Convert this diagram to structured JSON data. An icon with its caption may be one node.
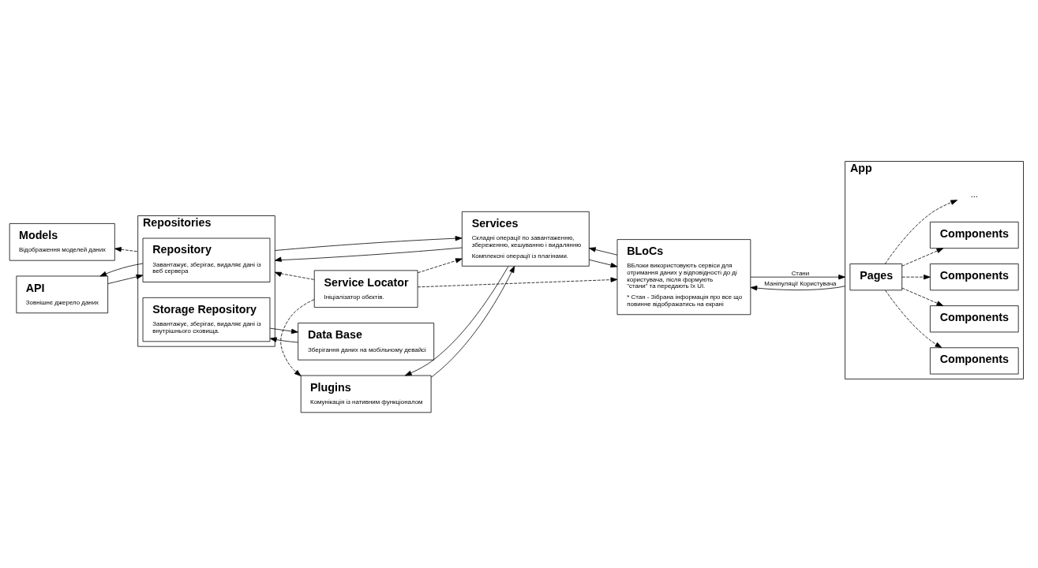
{
  "diagram": {
    "nodes": [
      {
        "text": [
          "Service Locator",
          "Ініціалізатор обєктів."
        ]
      },
      {
        "text": [
          "Plugins",
          "Комунікація із нативним функціоналом"
        ]
      },
      {
        "text": [
          "Repositories"
        ]
      },
      {
        "text": [
          "Repository",
          "Завантажує, зберігає, видаляє дані із веб сервера"
        ],
        "in": 2
      },
      {
        "text": [
          "Storage Repository",
          "Завантажує, зберігає, видаляє дані із внутрішнього сховища."
        ],
        "in": 2
      },
      {
        "text": [
          "Services",
          "Складні операції по завантаженню, збереженню, кешуванню і видалянню",
          "Комплексні операції із плагінами."
        ]
      },
      {
        "text": [
          "BLoCs",
          "ВБлоки використовують сервіси для отримання даних у відповідності до ді користувача, після формують \"стани\" та передають їх UI.",
          "* Стан - Зібрана інформація про все що повинне відображатись на екрані"
        ]
      },
      {
        "text": [
          "API",
          "Зовнішнє джерело даних"
        ]
      },
      {
        "text": [
          "Models",
          "Відображення моделей даних"
        ]
      },
      {
        "text": [
          "Data Base",
          "Зберігання даних на мобільному девайсі"
        ]
      },
      {
        "text": [
          "App"
        ]
      },
      {
        "text": [
          "Pages"
        ],
        "in": 10
      },
      {
        "text": [
          "Components"
        ],
        "in": 10
      },
      {
        "text": [
          "Components"
        ],
        "in": 10
      },
      {
        "text": [
          "Components"
        ],
        "in": 10
      },
      {
        "text": [
          "Components"
        ],
        "in": 10
      },
      {
        "text": [
          "..."
        ],
        "in": 10
      }
    ],
    "edges": [
      {
        "from": 0,
        "to": 2,
        "arrow": "to",
        "style": "dashed"
      },
      {
        "from": 0,
        "to": 1,
        "arrow": "to",
        "style": "dashed"
      },
      {
        "from": 0,
        "to": 5,
        "arrow": "to",
        "style": "dashed"
      },
      {
        "from": 0,
        "to": 6,
        "arrow": "to",
        "style": "dashed"
      },
      {
        "from": 1,
        "to": 5,
        "arrow": "to"
      },
      {
        "from": 5,
        "to": 1,
        "arrow": "to"
      },
      {
        "from": 5,
        "to": 2,
        "arrow": "to"
      },
      {
        "from": 2,
        "to": 5,
        "arrow": "to"
      },
      {
        "from": 7,
        "to": 3,
        "arrow": "to"
      },
      {
        "from": 3,
        "to": 7,
        "arrow": "to"
      },
      {
        "from": 9,
        "to": 4,
        "arrow": "to"
      },
      {
        "from": 4,
        "to": 9,
        "arrow": "to"
      },
      {
        "from": 2,
        "to": 8,
        "arrow": "to",
        "style": "dashed"
      },
      {
        "from": 6,
        "to": 5,
        "arrow": "to"
      },
      {
        "from": 5,
        "to": 6,
        "arrow": "to"
      },
      {
        "from": 6,
        "to": 10,
        "arrow": "to",
        "label": "Стани"
      },
      {
        "from": 10,
        "to": 6,
        "arrow": "to",
        "label": "Маніпуляції Користувача"
      },
      {
        "from": 11,
        "to": 12,
        "arrow": "to",
        "style": "dashed"
      },
      {
        "from": 11,
        "to": 13,
        "arrow": "to",
        "style": "dashed"
      },
      {
        "from": 11,
        "to": 14,
        "arrow": "to",
        "style": "dashed"
      },
      {
        "from": 11,
        "to": 15,
        "arrow": "to",
        "style": "dashed"
      },
      {
        "from": 11,
        "to": 16,
        "arrow": "to",
        "style": "dashed"
      }
    ]
  }
}
